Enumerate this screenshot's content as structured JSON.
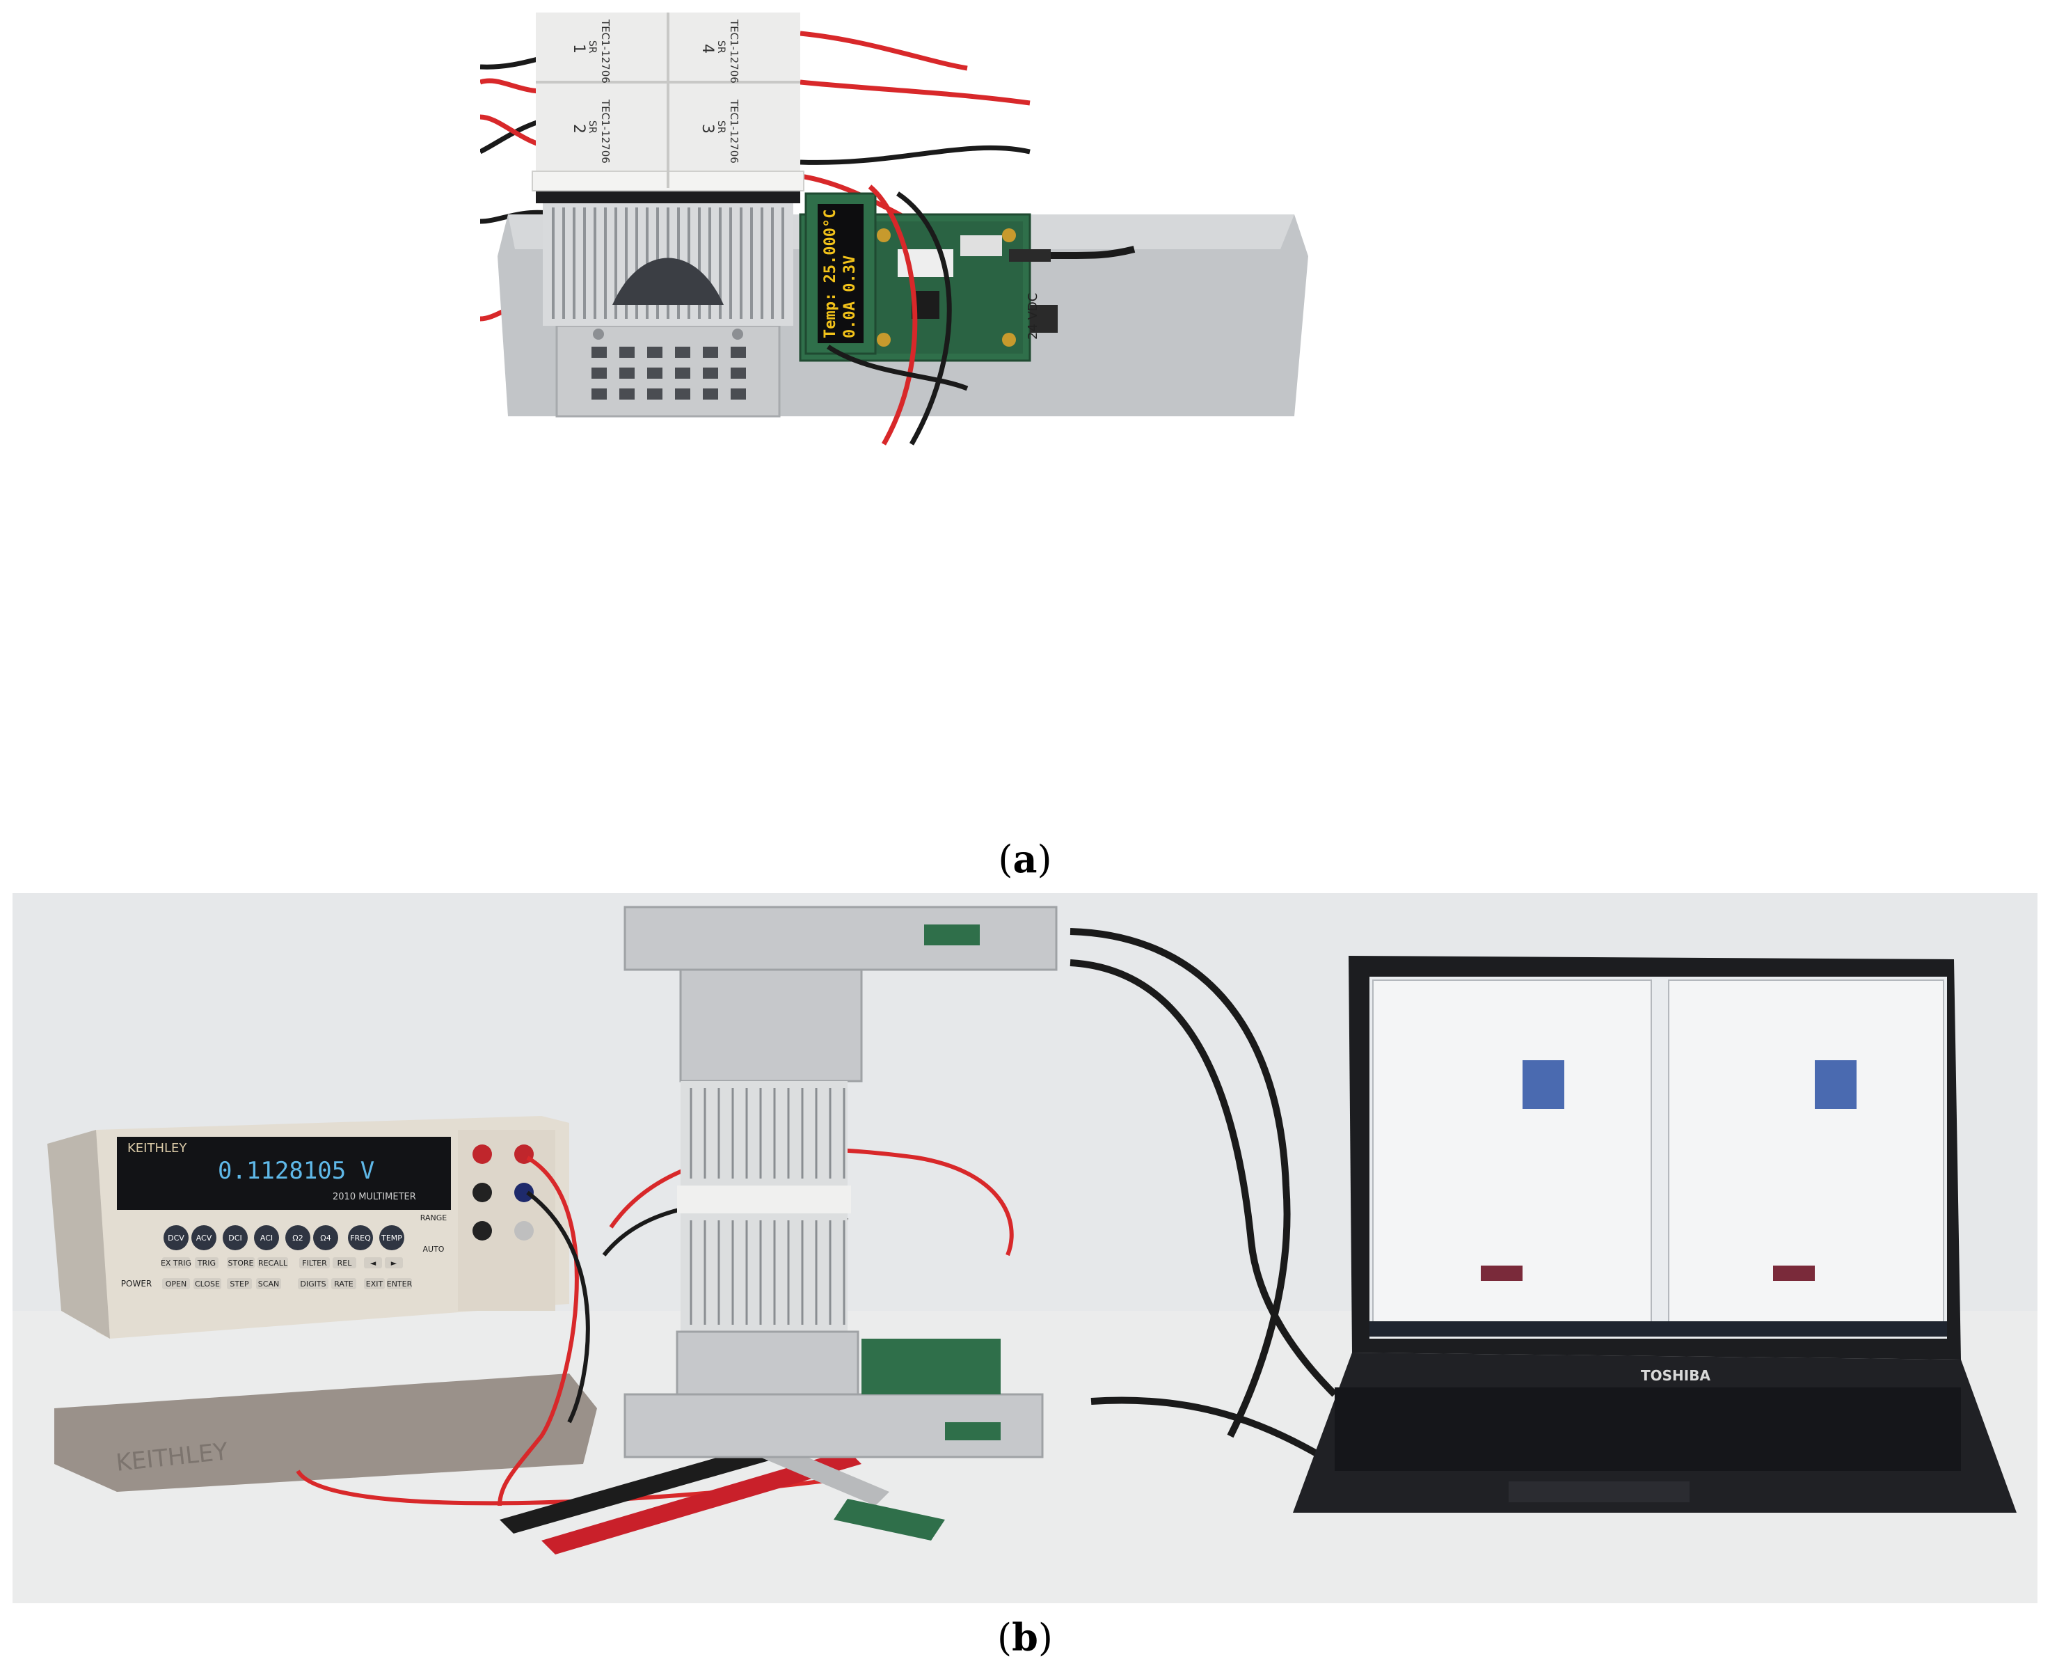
{
  "panel_a": {
    "caption_open": "(",
    "caption_letter": "a",
    "caption_close": ")",
    "modules": [
      {
        "model": "TEC1-12706",
        "grade": "SR",
        "number": "1"
      },
      {
        "model": "TEC1-12706",
        "grade": "SR",
        "number": "4"
      },
      {
        "model": "TEC1-12706",
        "grade": "SR",
        "number": "2"
      },
      {
        "model": "TEC1-12706",
        "grade": "SR",
        "number": "3"
      }
    ],
    "oled": {
      "line1": "Temp: 25.000°C",
      "line2": "0.0A  0.3V"
    },
    "power_label": "24 VDC"
  },
  "panel_b": {
    "caption_open": "(",
    "caption_letter": "b",
    "caption_close": ")",
    "multimeter": {
      "brand": "KEITHLEY",
      "reading": "0.1128105 V",
      "model_label": "2010 MULTIMETER",
      "base_brand": "KEITHLEY",
      "keys_row1": [
        "DCV",
        "ACV",
        "DCI",
        "ACI",
        "Ω2",
        "Ω4",
        "FREQ",
        "TEMP"
      ],
      "keys_row2": [
        "EX TRIG",
        "TRIG",
        "STORE",
        "RECALL",
        "FILTER",
        "REL",
        "◄",
        "►"
      ],
      "keys_row3": [
        "OPEN",
        "CLOSE",
        "STEP",
        "SCAN",
        "DIGITS",
        "RATE",
        "EXIT",
        "ENTER"
      ],
      "power_label": "POWER",
      "range_label": "RANGE",
      "auto_label": "AUTO"
    },
    "laptop": {
      "brand": "TOSHIBA"
    }
  },
  "colors": {
    "wire_red": "#d8282a",
    "wire_black": "#1a1a1a",
    "oled_text": "#f2c21a",
    "pcb_green": "#2f6f4a",
    "tec_white": "#ebebea",
    "chassis_grey": "#b9bcbf"
  }
}
